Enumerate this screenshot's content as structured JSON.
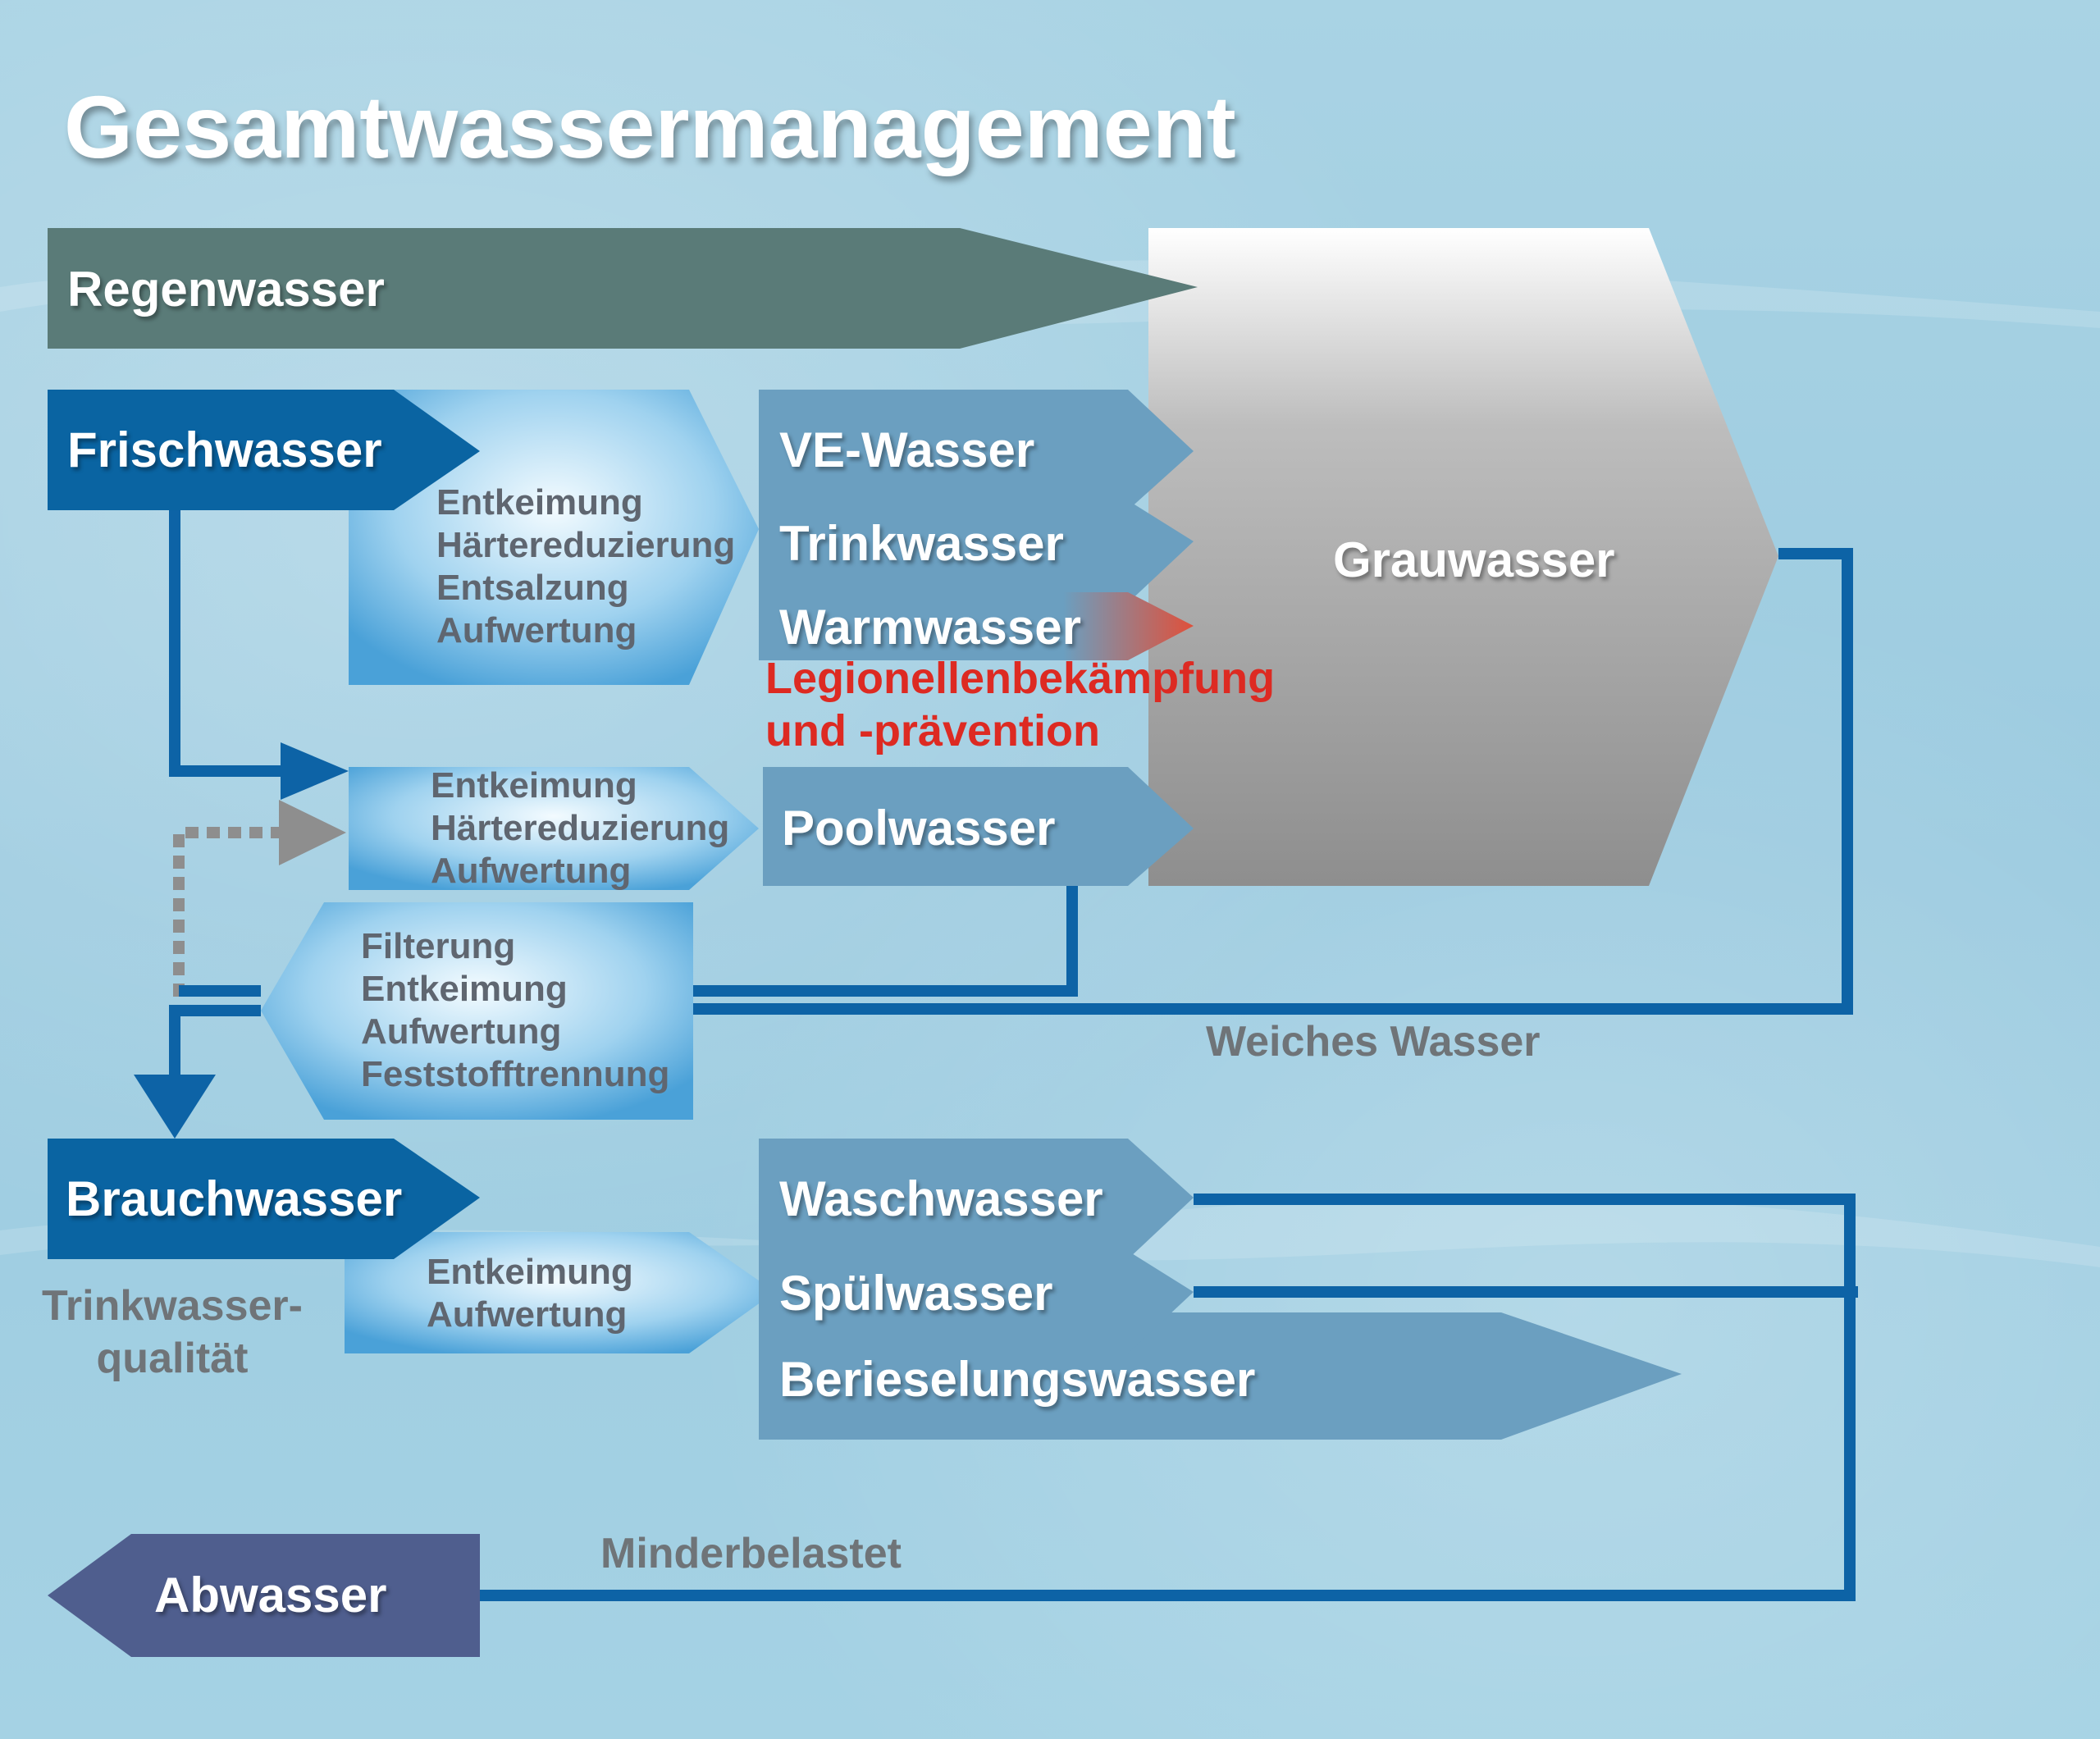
{
  "title": "Gesamtwassermanagement",
  "colors": {
    "regen": "#5a7b78",
    "dark_blue": "#0a64a2",
    "mid_blue": "#6b9fc0",
    "light_blue": "#a5d6f1",
    "gray": "#9a9a9a",
    "red": "#dd2a22",
    "abwasser": "#4f5e8e",
    "line": "#0d63a6"
  },
  "nodes": {
    "regenwasser": "Regenwasser",
    "frischwasser": "Frischwasser",
    "ve_wasser": "VE-Wasser",
    "trinkwasser": "Trinkwasser",
    "warmwasser": "Warmwasser",
    "poolwasser": "Poolwasser",
    "grauwasser": "Grauwasser",
    "brauchwasser": "Brauchwasser",
    "waschwasser": "Waschwasser",
    "spuelwasser": "Spülwasser",
    "berieselungswasser": "Berieselungswasser",
    "abwasser": "Abwasser"
  },
  "treatments": {
    "frisch": [
      "Entkeimung",
      "Härtereduzierung",
      "Entsalzung",
      "Aufwertung"
    ],
    "pool": [
      "Entkeimung",
      "Härtereduzierung",
      "Aufwertung"
    ],
    "recycling": [
      "Filterung",
      "Entkeimung",
      "Aufwertung",
      "Feststofftrennung"
    ],
    "brauch": [
      "Entkeimung",
      "Aufwertung"
    ]
  },
  "annotations": {
    "legionellen_line1": "Legionellenbekämpfung",
    "legionellen_line2": "und -prävention",
    "weiches_wasser": "Weiches Wasser",
    "trinkwasserqualitaet_line1": "Trinkwasser-",
    "trinkwasserqualitaet_line2": "qualität",
    "minderbelastet": "Minderbelastet"
  }
}
